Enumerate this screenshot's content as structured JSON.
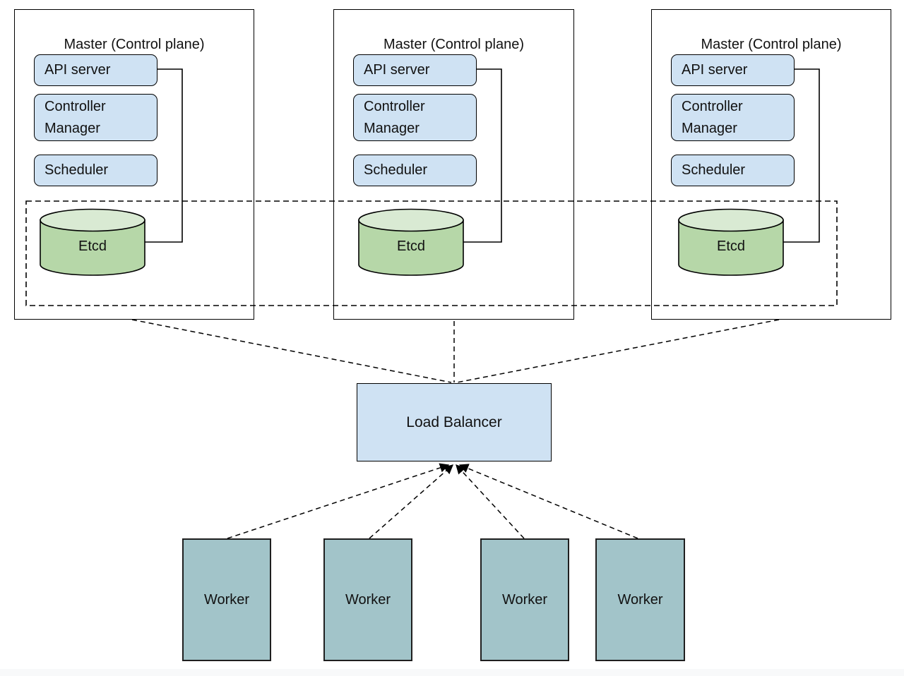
{
  "masters": [
    {
      "title": "Master (Control plane)",
      "components": [
        "API server",
        "Controller Manager",
        "Scheduler"
      ],
      "datastore": "Etcd"
    },
    {
      "title": "Master (Control plane)",
      "components": [
        "API server",
        "Controller Manager",
        "Scheduler"
      ],
      "datastore": "Etcd"
    },
    {
      "title": "Master (Control plane)",
      "components": [
        "API server",
        "Controller Manager",
        "Scheduler"
      ],
      "datastore": "Etcd"
    }
  ],
  "load_balancer": {
    "label": "Load Balancer"
  },
  "workers": [
    {
      "label": "Worker"
    },
    {
      "label": "Worker"
    },
    {
      "label": "Worker"
    },
    {
      "label": "Worker"
    }
  ],
  "colors": {
    "component_fill": "#cfe2f3",
    "load_balancer_fill": "#cfe2f3",
    "etcd_body_fill": "#b6d7a8",
    "etcd_top_fill": "#d9ead3",
    "worker_fill": "#a2c4c9",
    "stroke": "#000000"
  }
}
